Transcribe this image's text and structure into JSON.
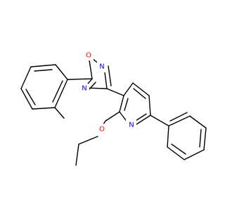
{
  "molecule": {
    "atoms": [
      {
        "id": "O1",
        "label": "O",
        "color": "#ff0000"
      },
      {
        "id": "N2",
        "label": "N",
        "color": "#0000ff"
      },
      {
        "id": "N4",
        "label": "N",
        "color": "#0000ff"
      },
      {
        "id": "O2",
        "label": "O",
        "color": "#ff0000"
      },
      {
        "id": "N1",
        "label": "N",
        "color": "#0000ff"
      }
    ],
    "bond_color": "#000000",
    "background": "#ffffff"
  }
}
